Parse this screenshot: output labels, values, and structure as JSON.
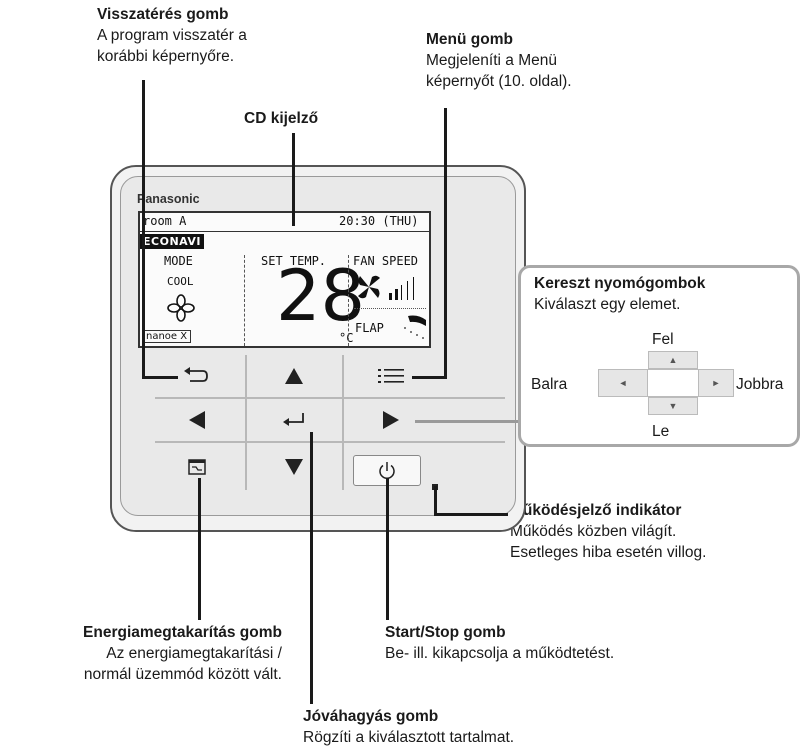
{
  "annotations": {
    "back": {
      "title": "Visszatérés gomb",
      "desc1": "A program visszatér a",
      "desc2": "korábbi képernyőre."
    },
    "menu": {
      "title": "Menü gomb",
      "desc1": "Megjeleníti a Menü",
      "desc2": "képernyőt (10. oldal)."
    },
    "lcd": {
      "title": "CD kijelző"
    },
    "cross": {
      "title": "Kereszt nyomógombok",
      "desc1": "Kiválaszt egy elemet.",
      "up": "Fel",
      "down": "Le",
      "left": "Balra",
      "right": "Jobbra"
    },
    "indicator": {
      "title": "Működésjelző indikátor",
      "desc1": "Működés közben világít.",
      "desc2": "Esetleges hiba esetén villog."
    },
    "energy": {
      "title": "Energiamegtakarítás gomb",
      "desc1": "Az energiamegtakarítási /",
      "desc2": "normál üzemmód között vált."
    },
    "startstop": {
      "title": "Start/Stop gomb",
      "desc1": "Be- ill. kikapcsolja a működtetést."
    },
    "confirm": {
      "title": "Jóváhagyás gomb",
      "desc1": "Rögzíti a kiválasztott tartalmat."
    }
  },
  "device": {
    "brand": "Panasonic",
    "lcd": {
      "room": "room A",
      "time": "20:30 (THU)",
      "econavi": "ECONAVI",
      "mode_label": "MODE",
      "mode_value": "COOL",
      "set_temp_label": "SET TEMP.",
      "temperature": "28",
      "unit": "°C",
      "fan_label": "FAN SPEED",
      "flap_label": "FLAP",
      "nanoe": "nanoe X"
    }
  }
}
